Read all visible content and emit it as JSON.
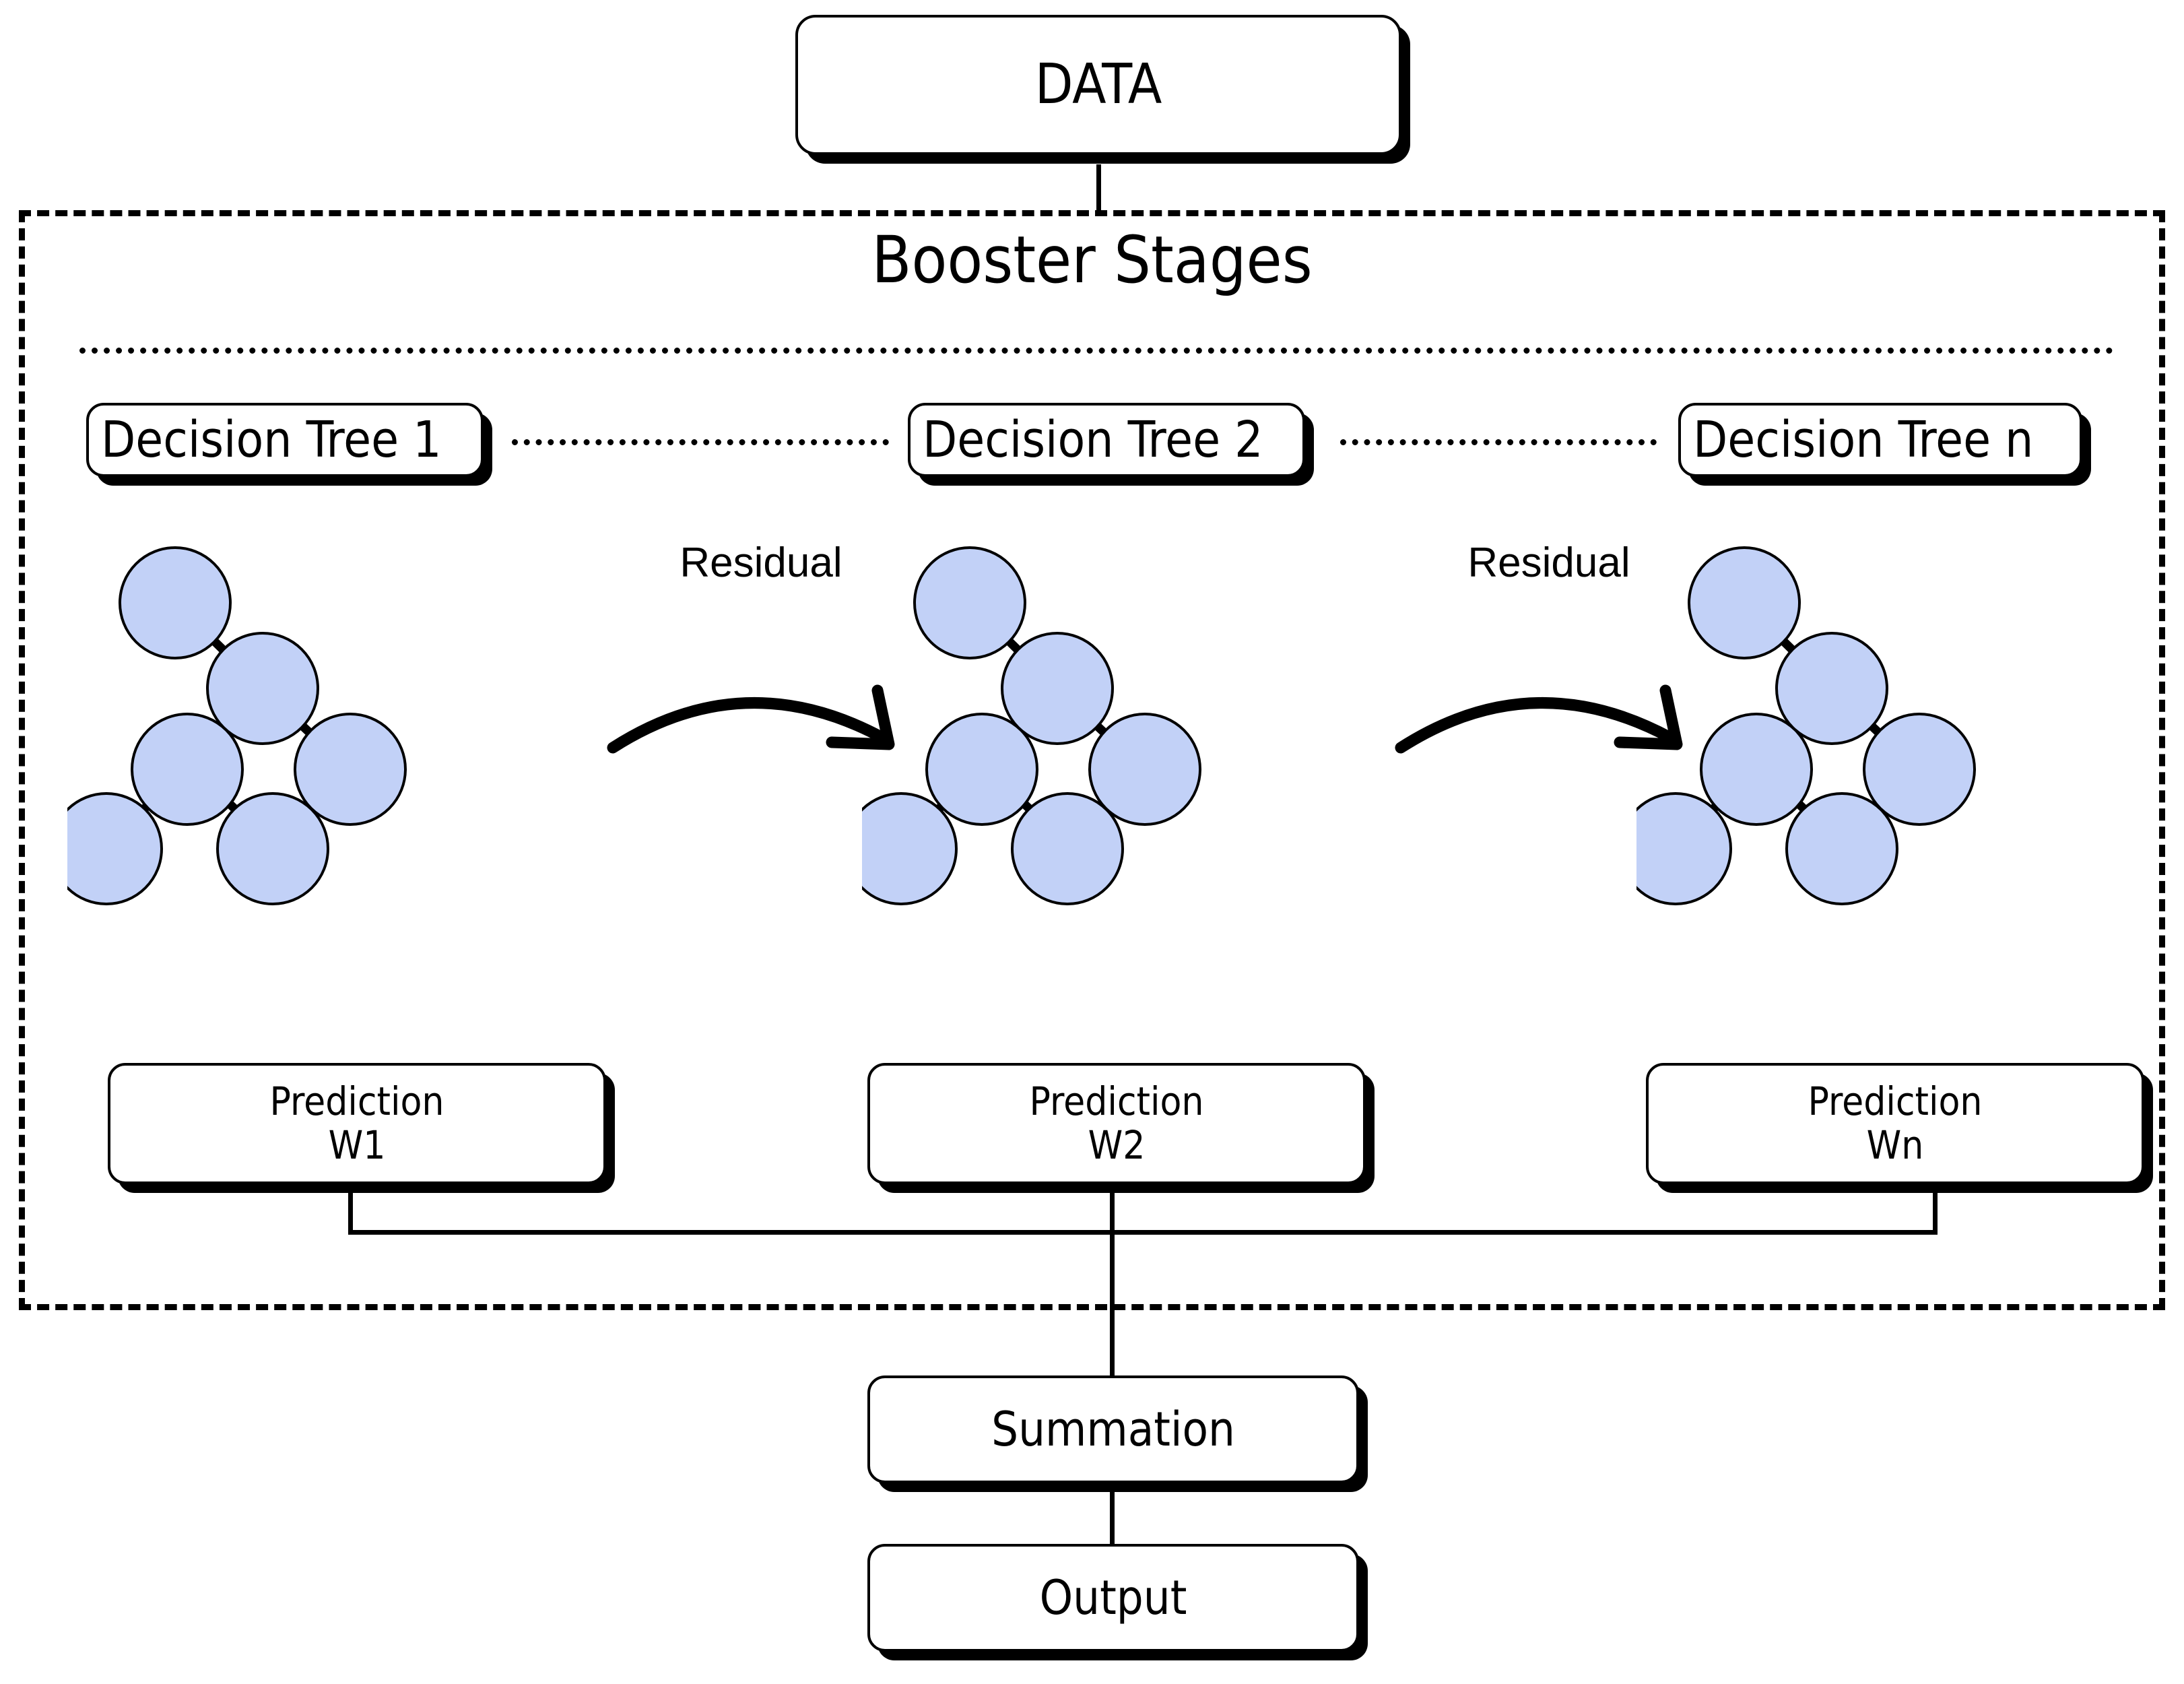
{
  "diagram": {
    "title_box": {
      "label": "DATA"
    },
    "booster": {
      "title": "Booster Stages",
      "trees": [
        {
          "label": "Decision Tree 1",
          "prediction_title": "Prediction",
          "prediction_weight": "W1"
        },
        {
          "label": "Decision Tree 2",
          "prediction_title": "Prediction",
          "prediction_weight": "W2"
        },
        {
          "label": "Decision Tree n",
          "prediction_title": "Prediction",
          "prediction_weight": "Wn"
        }
      ],
      "residual_labels": [
        "Residual",
        "Residual"
      ]
    },
    "summation_box": {
      "label": "Summation"
    },
    "output_box": {
      "label": "Output"
    },
    "colors": {
      "node_fill": "#c2d1f7",
      "node_stroke": "#000000",
      "box_fill": "#ffffff",
      "box_stroke": "#000000",
      "background": "#ffffff"
    },
    "tree_structure": {
      "node_count": 6,
      "edges": 5,
      "description": "binary decision tree"
    }
  }
}
